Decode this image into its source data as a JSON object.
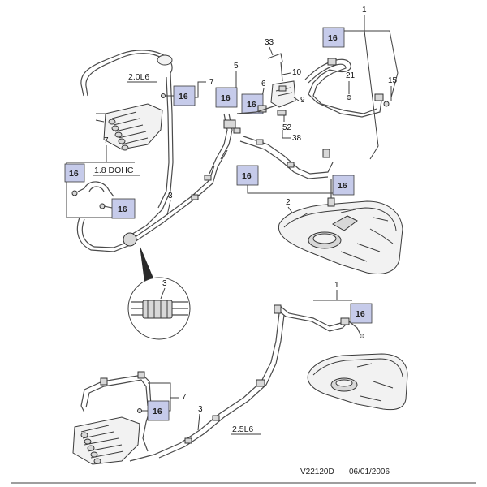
{
  "labels": {
    "engine_20l6": "2.0L6",
    "engine_18dohc": "1.8 DOHC",
    "engine_25l6": "2.5L6"
  },
  "parts": {
    "p1": "1",
    "p2": "2",
    "p3": "3",
    "p5": "5",
    "p6": "6",
    "p7": "7",
    "p9": "9",
    "p10": "10",
    "p15": "15",
    "p16": "16",
    "p21": "21",
    "p33": "33",
    "p38": "38",
    "p52": "52"
  },
  "footer": {
    "code": "V22120D",
    "date": "06/01/2006"
  },
  "colors": {
    "callout_fill": "#c6cbea",
    "line": "#3c3c3c"
  }
}
